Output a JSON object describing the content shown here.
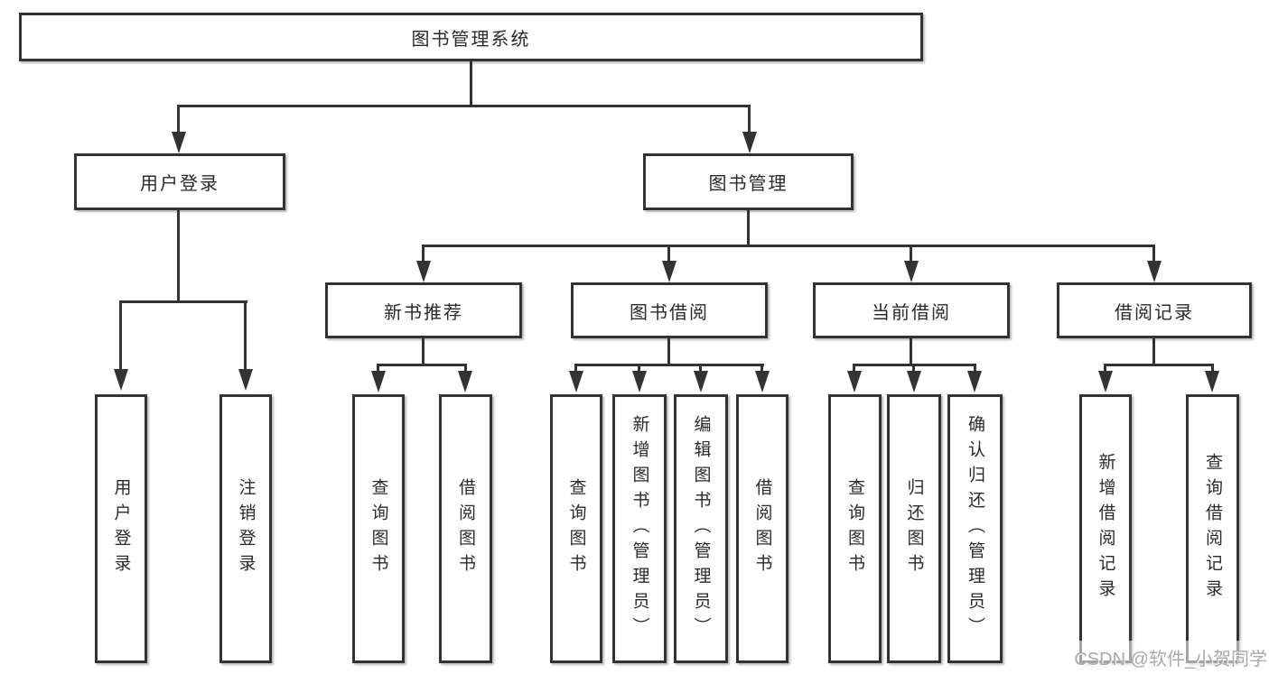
{
  "page": {
    "background": "#ffffff"
  },
  "colors": {
    "line": "#333333",
    "box_border": "#333333",
    "box_fill": "#ffffff",
    "text": "#2a2a2a",
    "watermark_text": "#a9a9a9"
  },
  "watermark": {
    "text": "CSDN @软件_小贺同学"
  },
  "diagram": {
    "type": "tree",
    "root": {
      "label": "图书管理系统",
      "children": [
        {
          "label": "用户登录",
          "children": [
            {
              "label": "用户登录"
            },
            {
              "label": "注销登录"
            }
          ]
        },
        {
          "label": "图书管理",
          "children": [
            {
              "label": "新书推荐",
              "children": [
                {
                  "label": "查询图书"
                },
                {
                  "label": "借阅图书"
                }
              ]
            },
            {
              "label": "图书借阅",
              "children": [
                {
                  "label": "查询图书"
                },
                {
                  "label": "新增图书（管理员）"
                },
                {
                  "label": "编辑图书（管理员）"
                },
                {
                  "label": "借阅图书"
                }
              ]
            },
            {
              "label": "当前借阅",
              "children": [
                {
                  "label": "查询图书"
                },
                {
                  "label": "归还图书"
                },
                {
                  "label": "确认归还（管理员）"
                }
              ]
            },
            {
              "label": "借阅记录",
              "children": [
                {
                  "label": "新增借阅记录"
                },
                {
                  "label": "查询借阅记录"
                }
              ]
            }
          ]
        }
      ]
    }
  }
}
